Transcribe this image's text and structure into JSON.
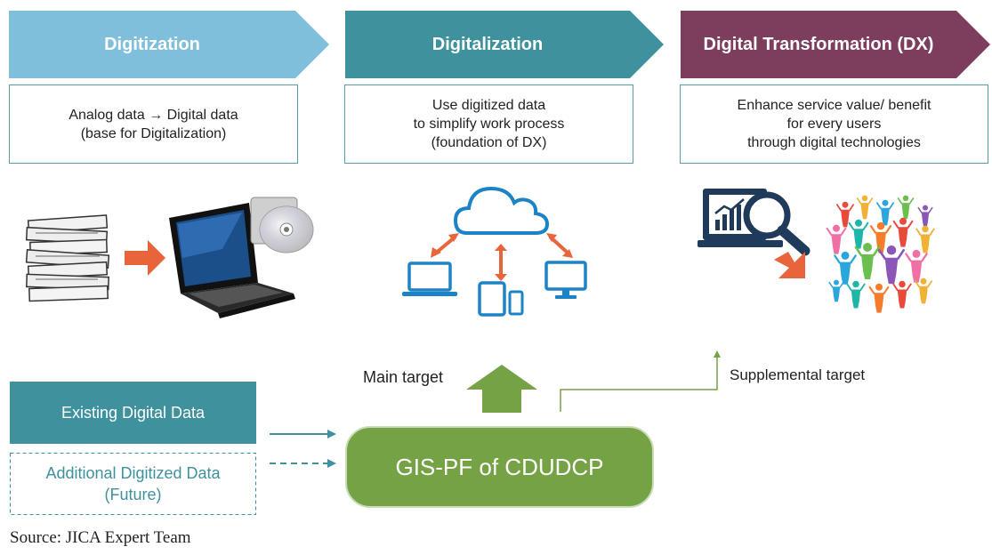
{
  "stages": [
    {
      "title": "Digitization",
      "color": "#7fbfdb",
      "description": [
        "Analog data → Digital data",
        "(base for Digitalization)"
      ]
    },
    {
      "title": "Digitalization",
      "color": "#3f919d",
      "description": [
        "Use digitized data",
        "to simplify work process",
        "(foundation of DX)"
      ]
    },
    {
      "title": "Digital Transformation (DX)",
      "color": "#7d3d5d",
      "description": [
        "Enhance service value/ benefit",
        "for every users",
        "through digital technologies"
      ]
    }
  ],
  "inputs": {
    "existing": "Existing Digital Data",
    "additional": [
      "Additional Digitized Data",
      "(Future)"
    ]
  },
  "platform": "GIS-PF of CDUDCP",
  "main_target": "Main target",
  "supplemental_target": "Supplemental target",
  "source": "Source: JICA Expert Team",
  "colors": {
    "teal_box": "#3f919d",
    "green": "#76a246",
    "orange": "#e8643a",
    "blue_icon": "#1c84c6"
  },
  "icons": [
    "paper-stack-icon",
    "laptop-icon",
    "cd-disc-icon",
    "cloud-icon",
    "laptop-small-icon",
    "tablet-icon",
    "phone-icon",
    "monitor-icon",
    "analytics-monitor-icon",
    "magnifier-icon",
    "people-crowd-icon"
  ]
}
